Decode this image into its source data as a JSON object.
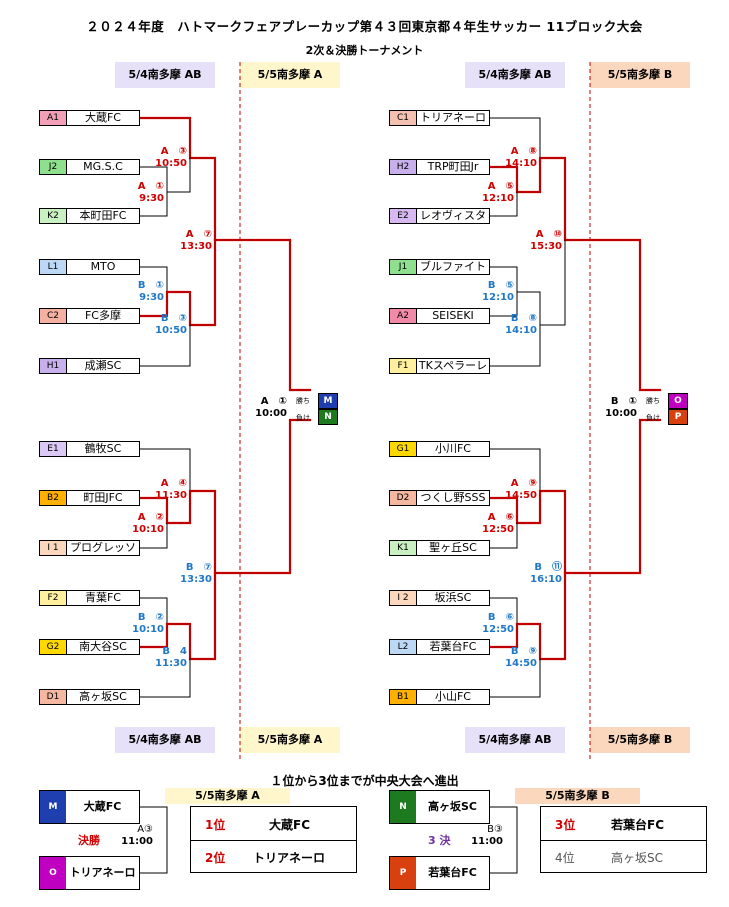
{
  "title": "２０２４年度　ハトマークフェアプレーカップ第４３回東京都４年生サッカー 11ブロック大会",
  "subtitle": "2次＆決勝トーナメント",
  "bands": {
    "l1": "5/4南多摩 AB",
    "l2": "5/5南多摩 A",
    "r1": "5/4南多摩 AB",
    "r2": "5/5南多摩 B",
    "bl1": "5/4南多摩 AB",
    "bl2": "5/5南多摩 A",
    "br1": "5/4南多摩 AB",
    "br2": "5/5南多摩 B"
  },
  "colors": {
    "band_ab": "#e6e0f8",
    "band_a": "#fff6cc",
    "band_b": "#fbd7bd",
    "bracket": "#c00000"
  },
  "teams_left": [
    {
      "code": "A1",
      "name": "大蔵FC",
      "color": "#f2a0b8"
    },
    {
      "code": "J2",
      "name": "MG.S.C",
      "color": "#8ee08e"
    },
    {
      "code": "K2",
      "name": "本町田FC",
      "color": "#c8f0c0"
    },
    {
      "code": "L1",
      "name": "MTO",
      "color": "#bcd8f4"
    },
    {
      "code": "C2",
      "name": "FC多摩",
      "color": "#f4b0a0"
    },
    {
      "code": "H1",
      "name": "成瀬SC",
      "color": "#c8b0ec"
    },
    {
      "code": "E1",
      "name": "鶴牧SC",
      "color": "#dcc8f4"
    },
    {
      "code": "B2",
      "name": "町田JFC",
      "color": "#ffb000"
    },
    {
      "code": "I 1",
      "name": "プログレッソ",
      "color": "#fbd7bd"
    },
    {
      "code": "F2",
      "name": "青葉FC",
      "color": "#fff0a0"
    },
    {
      "code": "G2",
      "name": "南大谷SC",
      "color": "#ffd800"
    },
    {
      "code": "D1",
      "name": "高ヶ坂SC",
      "color": "#f4b8a0"
    }
  ],
  "teams_right": [
    {
      "code": "C1",
      "name": "トリアネーロ",
      "color": "#f4c0b0"
    },
    {
      "code": "H2",
      "name": "TRP町田Jr",
      "color": "#c8b0ec"
    },
    {
      "code": "E2",
      "name": "レオヴィスタ",
      "color": "#d8b8f0"
    },
    {
      "code": "J1",
      "name": "ブルファイト",
      "color": "#8ee08e"
    },
    {
      "code": "A2",
      "name": "SEISEKI",
      "color": "#f08aa8"
    },
    {
      "code": "F1",
      "name": "TKスペラーレ",
      "color": "#fff0a0"
    },
    {
      "code": "G1",
      "name": "小川FC",
      "color": "#ffd800"
    },
    {
      "code": "D2",
      "name": "つくし野SSS",
      "color": "#f4b8a0"
    },
    {
      "code": "K1",
      "name": "聖ヶ丘SC",
      "color": "#c8f0c0"
    },
    {
      "code": "I 2",
      "name": "坂浜SC",
      "color": "#fbd7bd"
    },
    {
      "code": "L2",
      "name": "若葉台FC",
      "color": "#bcd8f4"
    },
    {
      "code": "B1",
      "name": "小山FC",
      "color": "#ffb000"
    }
  ],
  "matches_left": [
    {
      "id": "A　③",
      "time": "10:50"
    },
    {
      "id": "A　①",
      "time": "9:30"
    },
    {
      "id": "A　⑦",
      "time": "13:30"
    },
    {
      "id": "B　①",
      "time": "9:30"
    },
    {
      "id": "B　③",
      "time": "10:50"
    },
    {
      "id": "A　④",
      "time": "11:30"
    },
    {
      "id": "A　②",
      "time": "10:10"
    },
    {
      "id": "B　⑦",
      "time": "13:30"
    },
    {
      "id": "B　②",
      "time": "10:10"
    },
    {
      "id": "B　4",
      "time": "11:30"
    }
  ],
  "matches_right": [
    {
      "id": "A　⑧",
      "time": "14:10"
    },
    {
      "id": "A　⑤",
      "time": "12:10"
    },
    {
      "id": "A　⑩",
      "time": "15:30"
    },
    {
      "id": "B　⑤",
      "time": "12:10"
    },
    {
      "id": "B　⑧",
      "time": "14:10"
    },
    {
      "id": "A　⑨",
      "time": "14:50"
    },
    {
      "id": "A　⑥",
      "time": "12:50"
    },
    {
      "id": "B　⑪",
      "time": "16:10"
    },
    {
      "id": "B　⑥",
      "time": "12:50"
    },
    {
      "id": "B　⑨",
      "time": "14:50"
    }
  ],
  "final_left": {
    "id": "A　①",
    "time": "10:00",
    "win": "勝ち",
    "lose": "負け",
    "w": "M",
    "l": "N"
  },
  "final_right": {
    "id": "B　①",
    "time": "10:00",
    "win": "勝ち",
    "lose": "負け",
    "w": "O",
    "l": "P"
  },
  "advance_note": "１位から3位までが中央大会へ進出",
  "bottom_left": {
    "band": "5/5南多摩 A",
    "top_code": "M",
    "top_name": "大蔵FC",
    "label": "決勝",
    "match": "A③",
    "time": "11:00",
    "bot_code": "O",
    "bot_name": "トリアネーロ",
    "rank1": "1位",
    "rank1_team": "大蔵FC",
    "rank2": "2位",
    "rank2_team": "トリアネーロ"
  },
  "bottom_right": {
    "band": "5/5南多摩 B",
    "top_code": "N",
    "top_name": "高ヶ坂SC",
    "label": "3 決",
    "match": "B③",
    "time": "11:00",
    "bot_code": "P",
    "bot_name": "若葉台FC",
    "rank3": "3位",
    "rank3_team": "若葉台FC",
    "rank4": "4位",
    "rank4_team": "高ヶ坂SC"
  }
}
